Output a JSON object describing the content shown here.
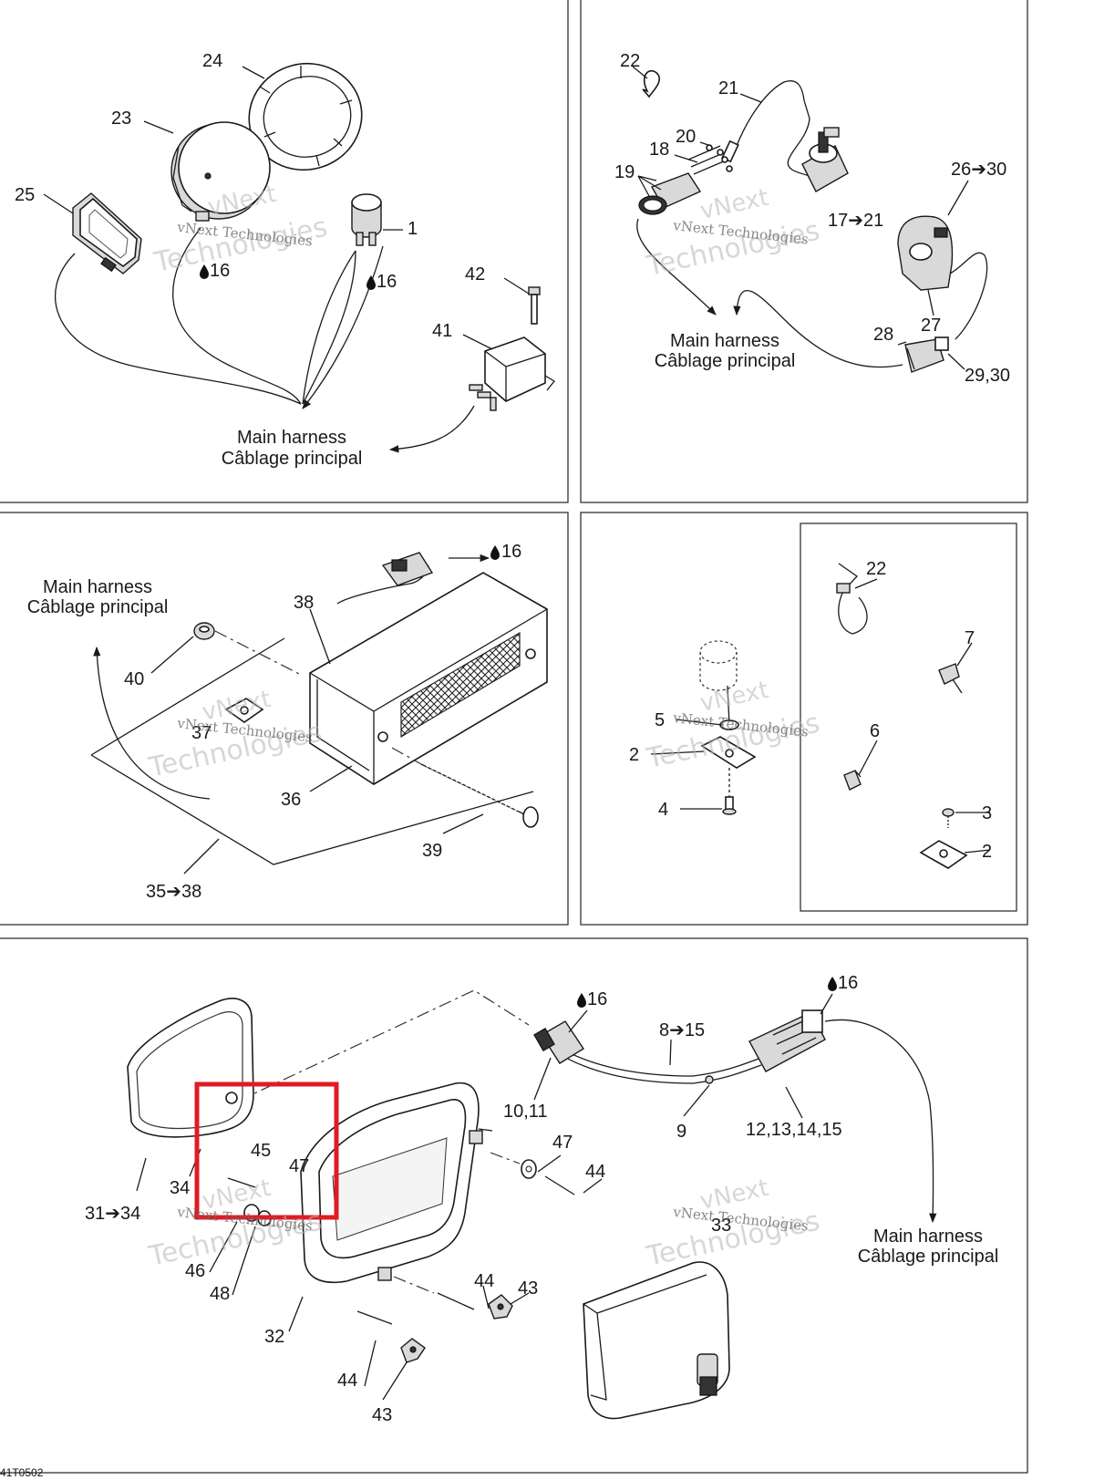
{
  "diagram_code": "41T0502",
  "watermark": {
    "line1": "vNext Technologies",
    "line2": "vNext",
    "line3": "Technologies"
  },
  "harness_label": {
    "en": "Main harness",
    "fr": "Câblage principal"
  },
  "panels": {
    "panel1": {
      "callouts": {
        "c24": "24",
        "c23": "23",
        "c25": "25",
        "c1": "1",
        "c16a": "16",
        "c16b": "16",
        "c42": "42",
        "c41": "41"
      }
    },
    "panel2": {
      "callouts": {
        "c22": "22",
        "c21": "21",
        "c20": "20",
        "c18": "18",
        "c19": "19",
        "c26_30": "26➔30",
        "c17_21": "17➔21",
        "c27": "27",
        "c28": "28",
        "c29_30": "29,30"
      }
    },
    "panel3": {
      "callouts": {
        "c16": "16",
        "c38": "38",
        "c40": "40",
        "c37": "37",
        "c36": "36",
        "c39": "39",
        "c35_38": "35➔38"
      }
    },
    "panel4": {
      "callouts": {
        "c22": "22",
        "c7": "7",
        "c5": "5",
        "c2a": "2",
        "c6": "6",
        "c4": "4",
        "c3": "3",
        "c2b": "2"
      }
    },
    "panel5": {
      "callouts": {
        "c16a": "16",
        "c16b": "16",
        "c8_15": "8➔15",
        "c10_11": "10,11",
        "c9": "9",
        "c12_15": "12,13,14,15",
        "c47a": "47",
        "c44a": "44",
        "c45": "45",
        "c47b": "47",
        "c34": "34",
        "c31_34": "31➔34",
        "c46": "46",
        "c48": "48",
        "c33": "33",
        "c32": "32",
        "c44b": "44",
        "c43a": "43",
        "c44c": "44",
        "c43b": "43"
      }
    }
  },
  "highlight_color": "#e01b24"
}
